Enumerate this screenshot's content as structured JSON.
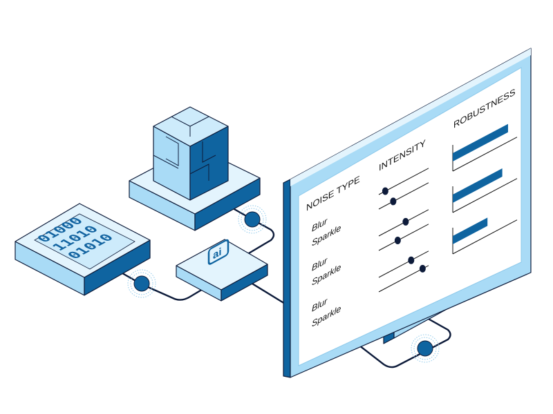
{
  "monitor": {
    "headers": {
      "noise_type": "NOISE TYPE",
      "intensity": "INTENSITY",
      "robustness": "ROBUSTNESS"
    },
    "rows": [
      {
        "types": [
          "Blur",
          "Sparkle"
        ],
        "intensity": [
          0.13,
          0.29
        ],
        "robustness": 0.86
      },
      {
        "types": [
          "Blur",
          "Sparkle"
        ],
        "intensity": [
          0.54,
          0.38
        ],
        "robustness": 0.77
      },
      {
        "types": [
          "Blur",
          "Sparkle"
        ],
        "intensity": [
          0.65,
          0.88
        ],
        "robustness": 0.54
      }
    ]
  },
  "binary_board": {
    "lines": [
      "01000",
      "11010",
      "01010"
    ]
  },
  "ai_chip": {
    "logo_text": "ai"
  },
  "colors": {
    "dark_blue": "#0f64a0",
    "light_blue": "#a9dbf6",
    "pale_blue": "#e3f4fd",
    "line": "#0d1b3a"
  }
}
